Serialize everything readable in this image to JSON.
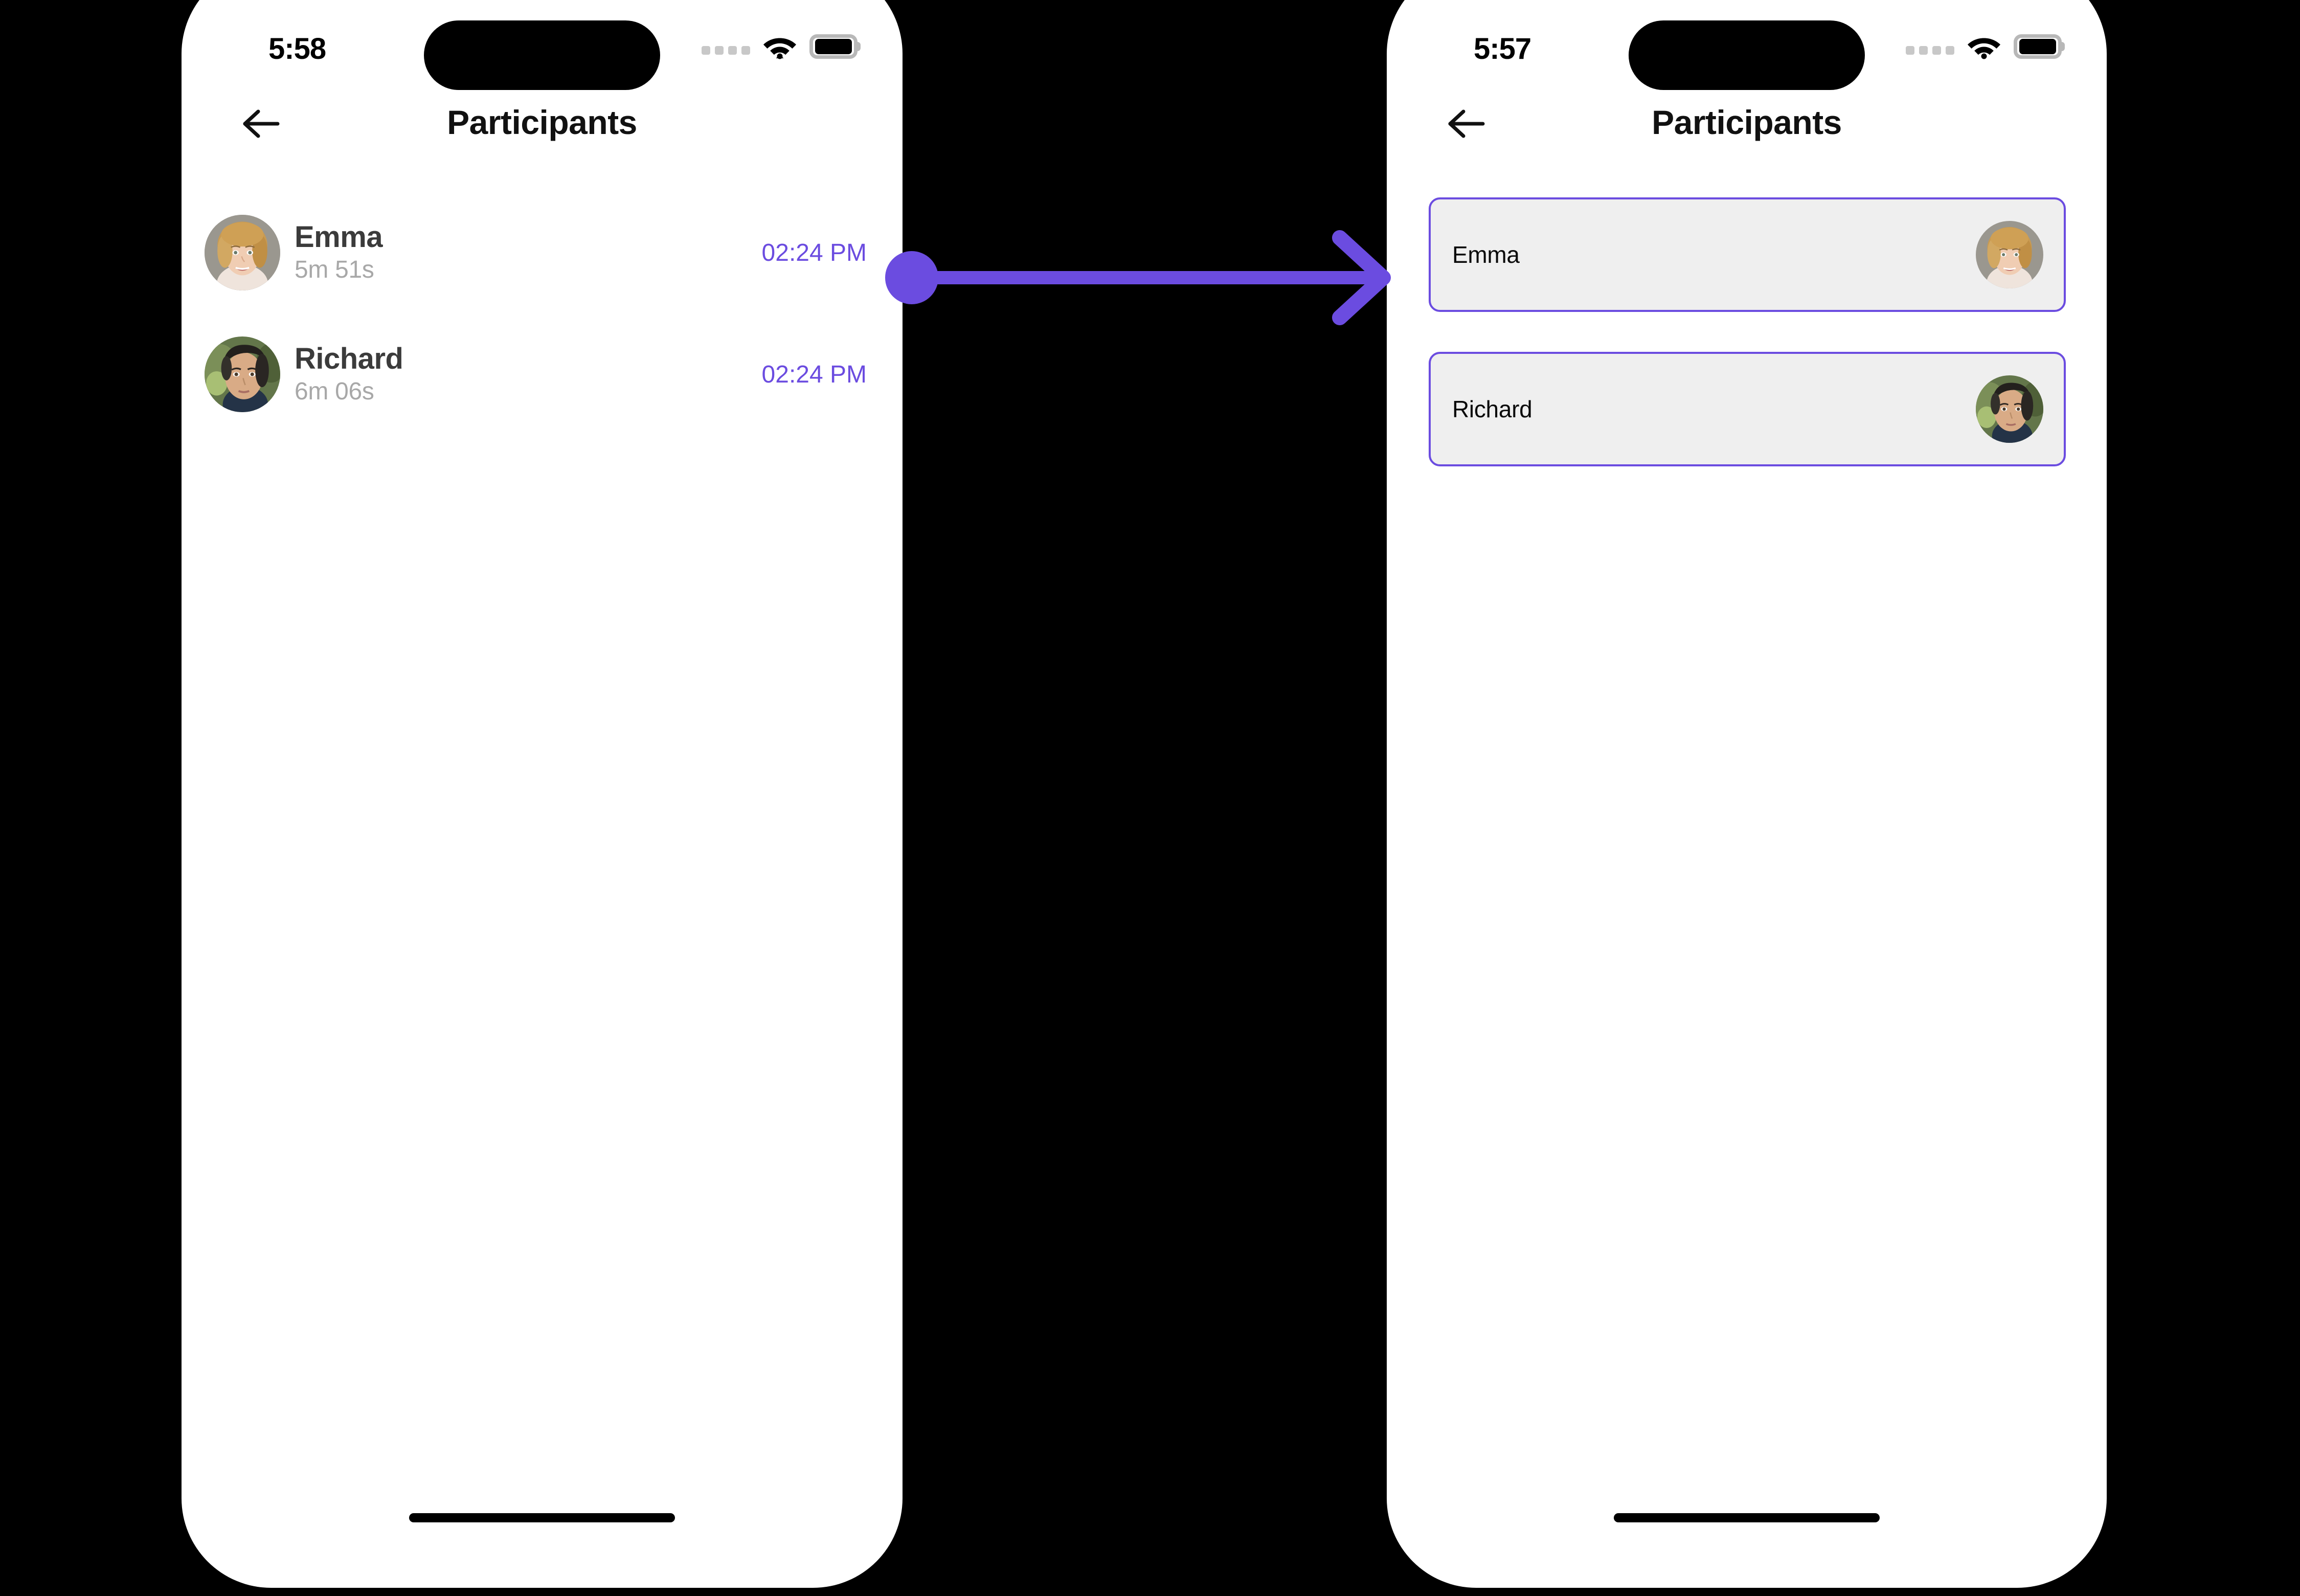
{
  "annotation": {
    "arrow_color": "#6B4CE0",
    "type": "transition-arrow",
    "direction": "left-to-right",
    "label": ""
  },
  "screens": [
    {
      "id": "participants-list-durations",
      "status_bar": {
        "time": "5:58",
        "cellular_icon": "cellular-signal-icon",
        "wifi_icon": "wifi-icon",
        "battery_icon": "battery-full-icon"
      },
      "nav": {
        "back_icon": "arrow-left-icon",
        "title": "Participants"
      },
      "participants": [
        {
          "name": "Emma",
          "duration": "5m 51s",
          "time": "02:24 PM",
          "avatar": "avatar-emma"
        },
        {
          "name": "Richard",
          "duration": "6m 06s",
          "time": "02:24 PM",
          "avatar": "avatar-richard"
        }
      ],
      "home_indicator": "home-indicator"
    },
    {
      "id": "participants-selectable-cards",
      "status_bar": {
        "time": "5:57",
        "cellular_icon": "cellular-signal-icon",
        "wifi_icon": "wifi-icon",
        "battery_icon": "battery-full-icon"
      },
      "nav": {
        "back_icon": "arrow-left-icon",
        "title": "Participants"
      },
      "participants": [
        {
          "name": "Emma",
          "avatar": "avatar-emma"
        },
        {
          "name": "Richard",
          "avatar": "avatar-richard"
        }
      ],
      "home_indicator": "home-indicator"
    }
  ],
  "theme": {
    "accent": "#6B4CE0",
    "card_fill": "#EFEFEF",
    "name_color": "#3B3B3B",
    "subtitle_color": "#A8A8A8",
    "background": "#000000",
    "screen_background": "#FFFFFF"
  }
}
